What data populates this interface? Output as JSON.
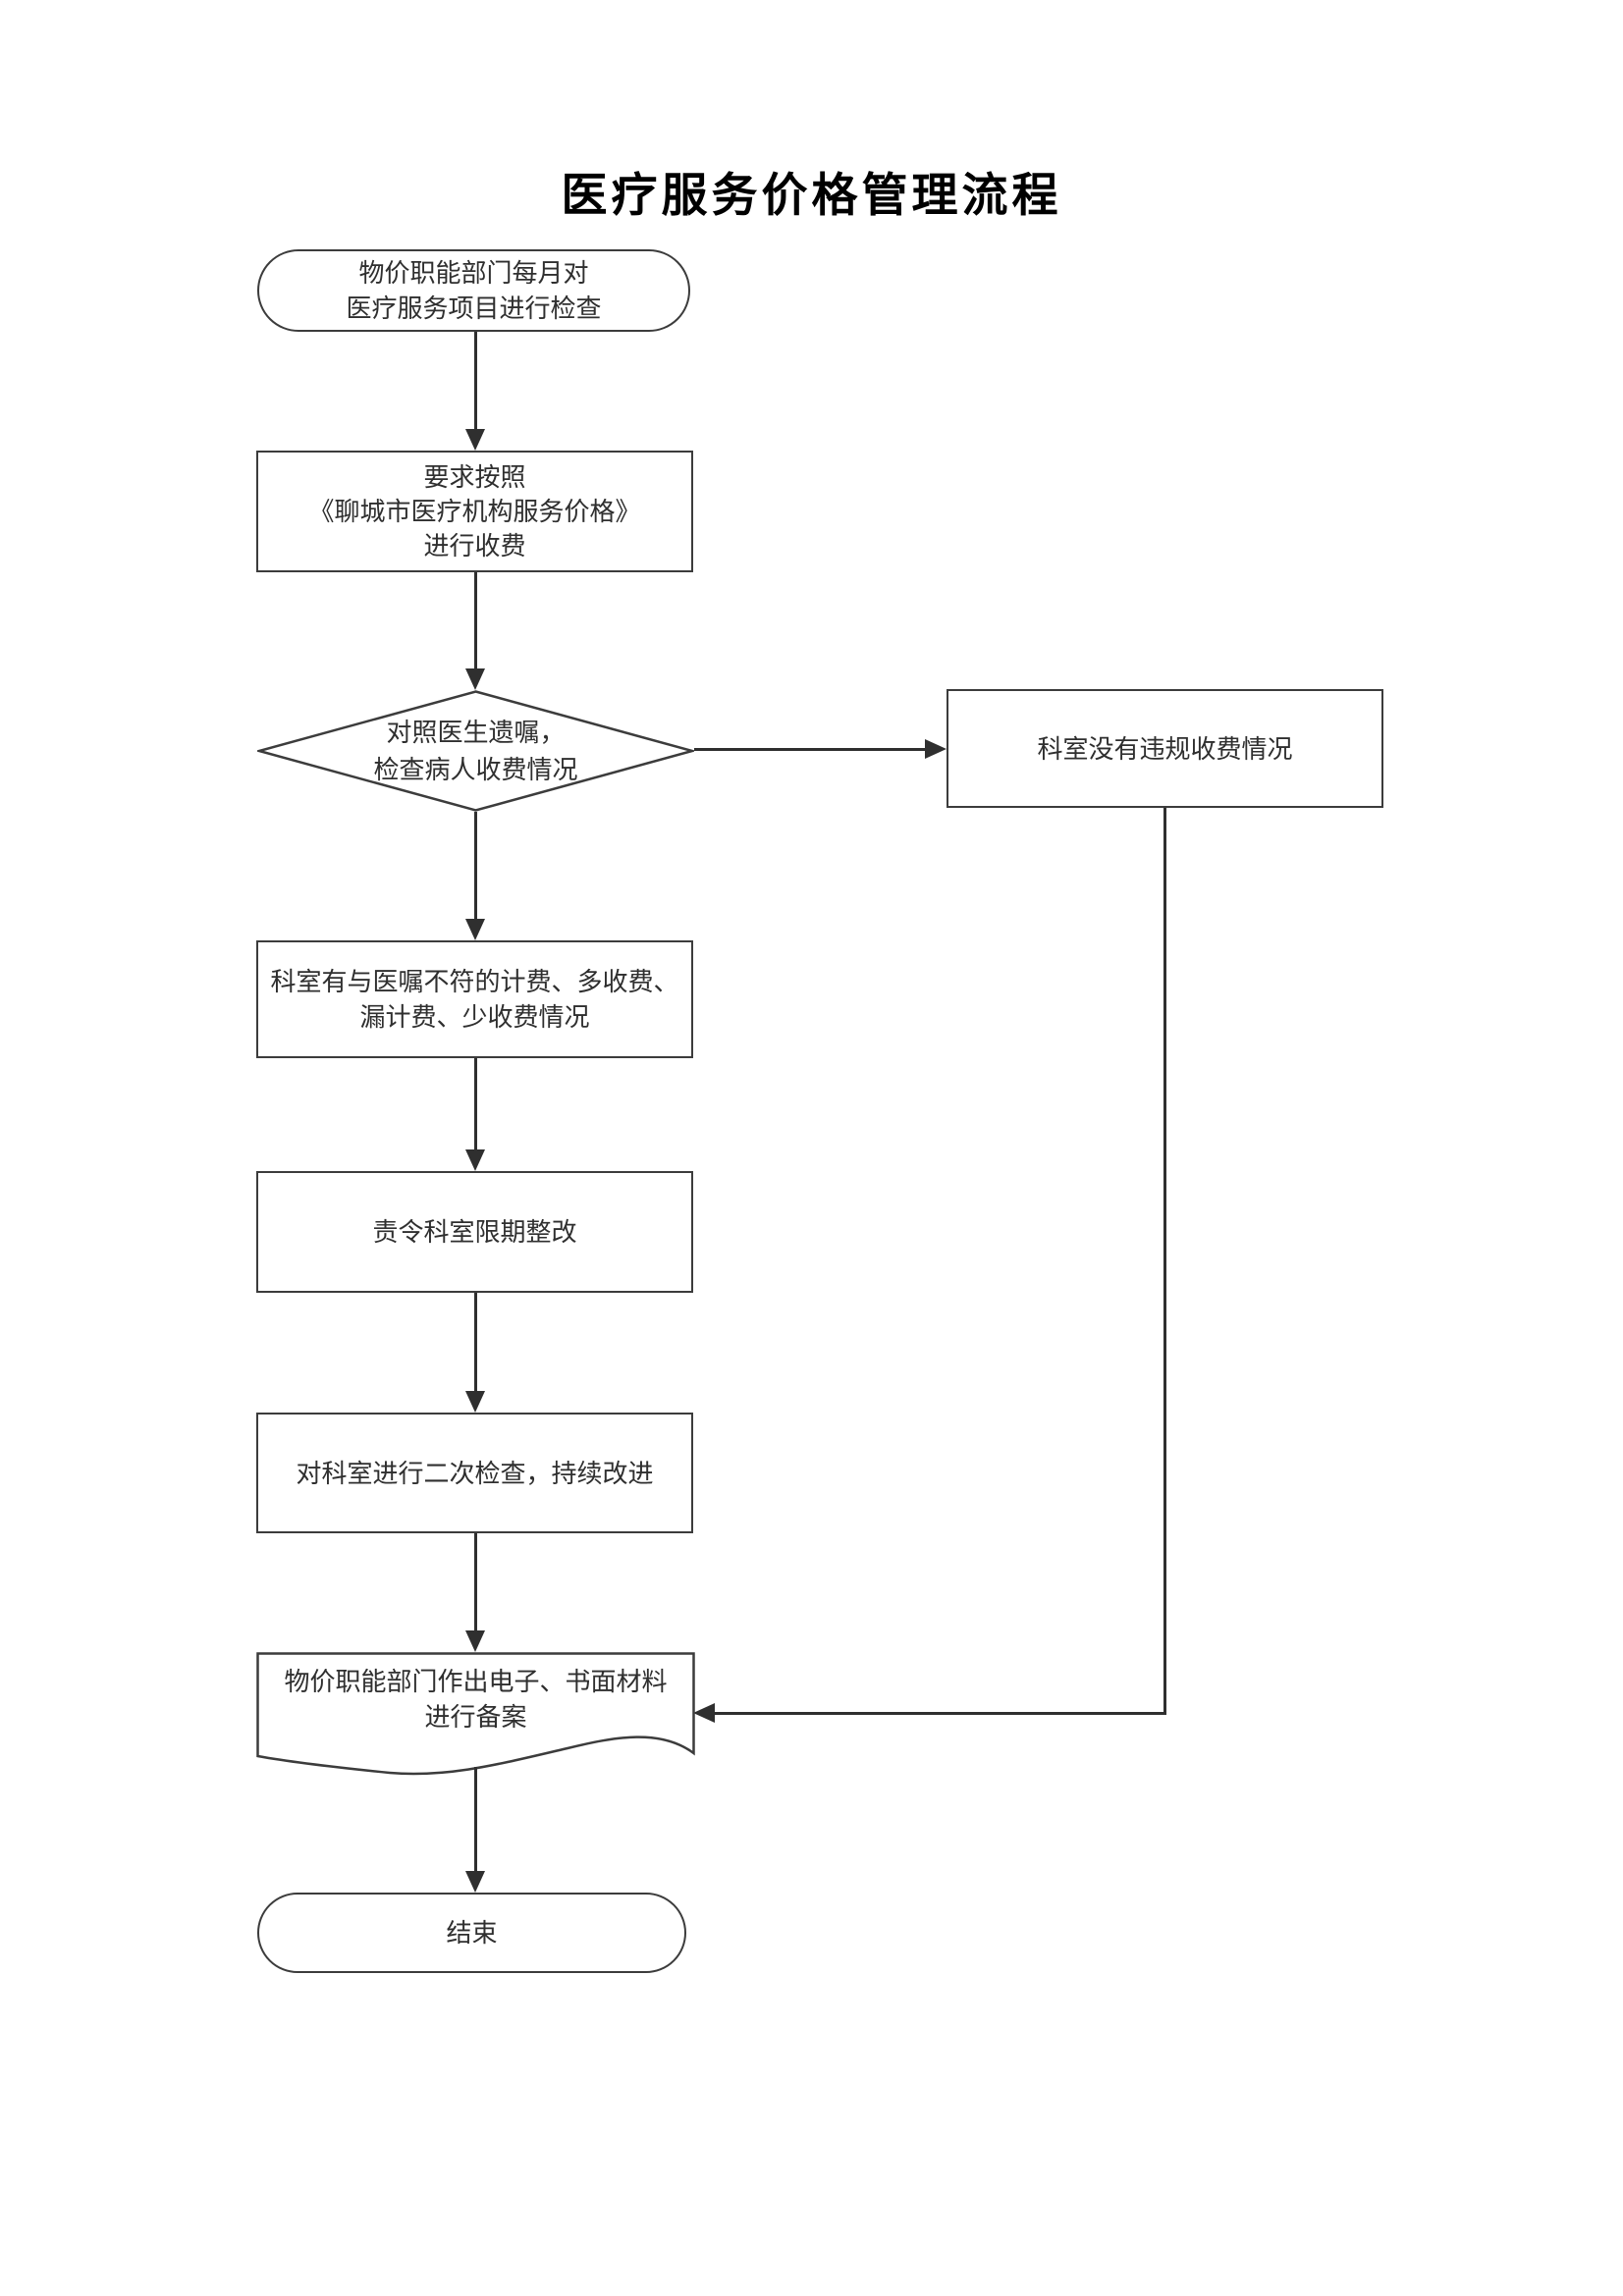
{
  "title": "医疗服务价格管理流程",
  "nodes": {
    "start": {
      "shape": "terminator",
      "lines": [
        "物价职能部门每月对",
        "医疗服务项目进行检查"
      ]
    },
    "require": {
      "shape": "process",
      "lines": [
        "要求按照",
        "《聊城市医疗机构服务价格》",
        "进行收费"
      ]
    },
    "decision": {
      "shape": "decision",
      "lines": [
        "对照医生遗嘱，",
        "检查病人收费情况"
      ]
    },
    "no_violation": {
      "shape": "process",
      "lines": [
        "科室没有违规收费情况"
      ]
    },
    "violation": {
      "shape": "process",
      "lines": [
        "科室有与医嘱不符的计费、多收费、",
        "漏计费、少收费情况"
      ]
    },
    "rectify": {
      "shape": "process",
      "lines": [
        "责令科室限期整改"
      ]
    },
    "recheck": {
      "shape": "process",
      "lines": [
        "对科室进行二次检查，持续改进"
      ]
    },
    "record": {
      "shape": "document",
      "lines": [
        "物价职能部门作出电子、书面材料",
        "进行备案"
      ]
    },
    "end": {
      "shape": "terminator",
      "lines": [
        "结束"
      ]
    }
  },
  "edges": [
    {
      "from": "start",
      "to": "require"
    },
    {
      "from": "require",
      "to": "decision"
    },
    {
      "from": "decision",
      "to": "no_violation"
    },
    {
      "from": "decision",
      "to": "violation"
    },
    {
      "from": "violation",
      "to": "rectify"
    },
    {
      "from": "rectify",
      "to": "recheck"
    },
    {
      "from": "recheck",
      "to": "record"
    },
    {
      "from": "no_violation",
      "to": "record"
    },
    {
      "from": "record",
      "to": "end"
    }
  ],
  "colors": {
    "line": "#2f2f2f",
    "border": "#3c3c3c",
    "text": "#2f2f2f",
    "title_text": "#000000",
    "background": "#ffffff"
  }
}
